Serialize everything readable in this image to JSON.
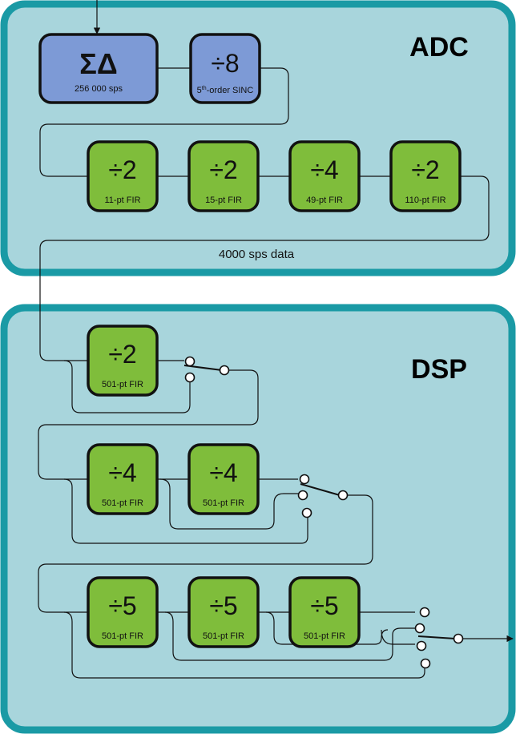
{
  "adc": {
    "title": "ADC",
    "sigma_delta": {
      "symbol": "ΣΔ",
      "rate": "256 000 sps"
    },
    "sinc": {
      "ratio": "÷8",
      "label_pre": "5",
      "label_sup": "th",
      "label_post": "-order SINC"
    },
    "fir_stages": [
      {
        "ratio": "÷2",
        "label": "11-pt FIR"
      },
      {
        "ratio": "÷2",
        "label": "15-pt FIR"
      },
      {
        "ratio": "÷4",
        "label": "49-pt FIR"
      },
      {
        "ratio": "÷2",
        "label": "110-pt FIR"
      }
    ],
    "output_note": "4000 sps data"
  },
  "dsp": {
    "title": "DSP",
    "row1": [
      {
        "ratio": "÷2",
        "label": "501-pt FIR"
      }
    ],
    "row2": [
      {
        "ratio": "÷4",
        "label": "501-pt FIR"
      },
      {
        "ratio": "÷4",
        "label": "501-pt FIR"
      }
    ],
    "row3": [
      {
        "ratio": "÷5",
        "label": "501-pt FIR"
      },
      {
        "ratio": "÷5",
        "label": "501-pt FIR"
      },
      {
        "ratio": "÷5",
        "label": "501-pt FIR"
      }
    ]
  },
  "colors": {
    "panel_fill": "#a8d5dc",
    "panel_border": "#1a9aa5",
    "adc_modulator_fill": "#7d9ad6",
    "fir_fill": "#7fbd3b"
  }
}
